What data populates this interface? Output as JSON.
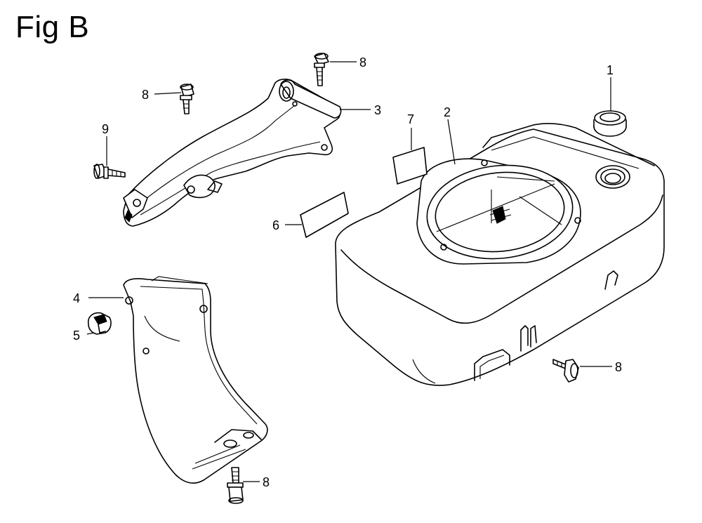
{
  "figure": {
    "title": "Fig B"
  },
  "callouts": {
    "c1": "1",
    "c2": "2",
    "c3": "3",
    "c4": "4",
    "c5": "5",
    "c6": "6",
    "c7": "7",
    "c8a": "8",
    "c8b": "8",
    "c8c": "8",
    "c8d": "8",
    "c9": "9"
  }
}
